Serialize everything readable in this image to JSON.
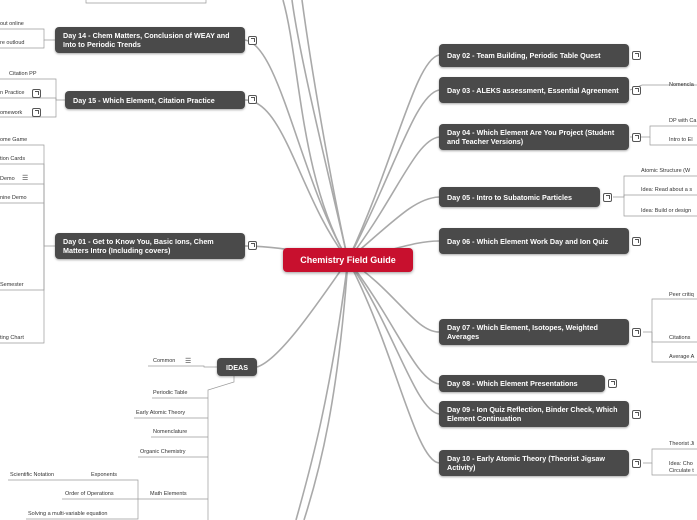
{
  "center": {
    "label": "Chemistry Field Guide"
  },
  "right_nodes": [
    {
      "label": "Day 02 - Team Building, Periodic Table Quest"
    },
    {
      "label": "Day 03 - ALEKS assessment, Essential Agreement"
    },
    {
      "label": "Day 04 - Which Element Are You Project (Student and Teacher Versions)"
    },
    {
      "label": "Day 05 - Intro to Subatomic Particles"
    },
    {
      "label": "Day 06 - Which Element Work Day and Ion Quiz"
    },
    {
      "label": "Day 07 - Which Element, Isotopes, Weighted Averages"
    },
    {
      "label": "Day 08 - Which Element Presentations"
    },
    {
      "label": "Day 09 - Ion Quiz Reflection, Binder Check, Which Element Continuation"
    },
    {
      "label": "Day 10 - Early Atomic Theory (Theorist Jigsaw Activity)"
    }
  ],
  "left_nodes": [
    {
      "label": "Day 14 - Chem Matters, Conclusion of WEAY and Into to Periodic Trends"
    },
    {
      "label": "Day 15 - Which Element, Citation Practice"
    },
    {
      "label": "Day 01 - Get to Know You, Basic Ions, Chem Matters Intro (Including covers)"
    },
    {
      "label": "IDEAS"
    }
  ],
  "right_leaves": {
    "day03": [
      "Nomencla"
    ],
    "day04": [
      "DP with Ca",
      "Intro to El"
    ],
    "day05": [
      "Atomic Structure (W",
      "Idea: Read about a s",
      "Idea: Build or design"
    ],
    "day07": [
      "Peer critiq",
      "Citations",
      "Average A"
    ],
    "day10": [
      "Theorist Ji",
      "Idea: Cho",
      "Circulate t"
    ]
  },
  "left_leaves": {
    "day14": [
      "out online",
      "re outloud"
    ],
    "day15": [
      "Citation PP",
      "n Practice",
      "omework"
    ],
    "day01": [
      "ome Game",
      "tion Cards",
      "Demo",
      "nine Demo",
      "Semester",
      "ting Chart"
    ],
    "ideas": [
      "Common"
    ],
    "ideas_children": [
      "Periodic Table",
      "Early Atomic Theory",
      "Nomenclature",
      "Organic Chemistry",
      "Math Elements"
    ],
    "math": [
      "Exponents",
      "Order of Operations",
      "Solving a multi-variable equation"
    ],
    "exponents": [
      "Scientific Notation"
    ]
  }
}
